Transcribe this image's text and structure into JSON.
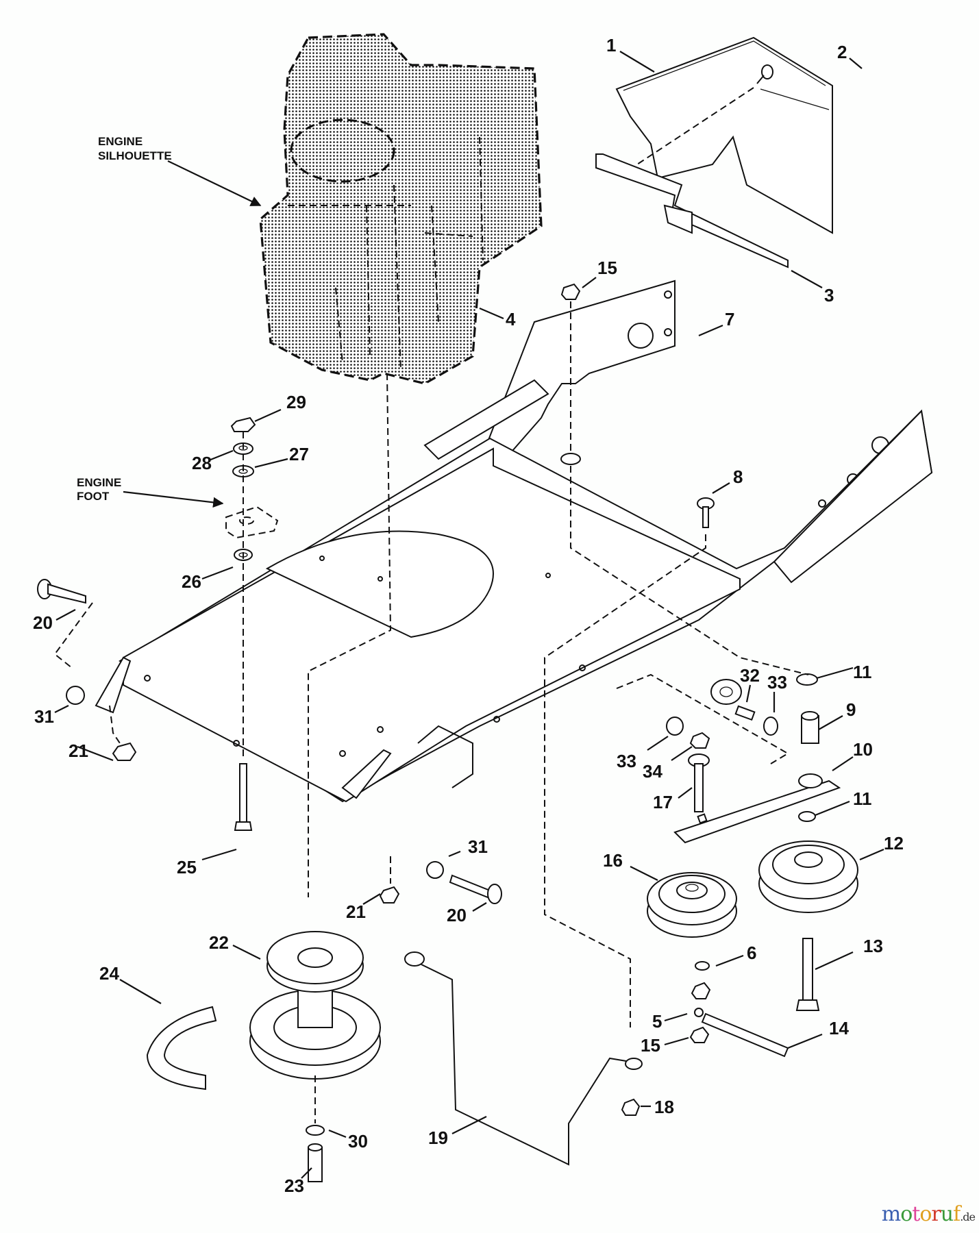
{
  "diagram": {
    "type": "exploded parts diagram",
    "notes": {
      "engine_silhouette": [
        "ENGINE",
        "SILHOUETTE"
      ],
      "engine_foot": [
        "ENGINE",
        "FOOT"
      ]
    },
    "callouts": [
      {
        "id": "c1",
        "label": "1"
      },
      {
        "id": "c2",
        "label": "2"
      },
      {
        "id": "c3",
        "label": "3"
      },
      {
        "id": "c4",
        "label": "4"
      },
      {
        "id": "c5",
        "label": "5"
      },
      {
        "id": "c6",
        "label": "6"
      },
      {
        "id": "c7",
        "label": "7"
      },
      {
        "id": "c8",
        "label": "8"
      },
      {
        "id": "c9",
        "label": "9"
      },
      {
        "id": "c10",
        "label": "10"
      },
      {
        "id": "c11a",
        "label": "11"
      },
      {
        "id": "c11b",
        "label": "11"
      },
      {
        "id": "c12",
        "label": "12"
      },
      {
        "id": "c13",
        "label": "13"
      },
      {
        "id": "c14",
        "label": "14"
      },
      {
        "id": "c15a",
        "label": "15"
      },
      {
        "id": "c15b",
        "label": "15"
      },
      {
        "id": "c16",
        "label": "16"
      },
      {
        "id": "c17",
        "label": "17"
      },
      {
        "id": "c18",
        "label": "18"
      },
      {
        "id": "c19",
        "label": "19"
      },
      {
        "id": "c20a",
        "label": "20"
      },
      {
        "id": "c20b",
        "label": "20"
      },
      {
        "id": "c21a",
        "label": "21"
      },
      {
        "id": "c21b",
        "label": "21"
      },
      {
        "id": "c22",
        "label": "22"
      },
      {
        "id": "c23",
        "label": "23"
      },
      {
        "id": "c24",
        "label": "24"
      },
      {
        "id": "c25",
        "label": "25"
      },
      {
        "id": "c26",
        "label": "26"
      },
      {
        "id": "c27",
        "label": "27"
      },
      {
        "id": "c28",
        "label": "28"
      },
      {
        "id": "c29",
        "label": "29"
      },
      {
        "id": "c30",
        "label": "30"
      },
      {
        "id": "c31a",
        "label": "31"
      },
      {
        "id": "c31b",
        "label": "31"
      },
      {
        "id": "c32",
        "label": "32"
      },
      {
        "id": "c33a",
        "label": "33"
      },
      {
        "id": "c33b",
        "label": "33"
      },
      {
        "id": "c34",
        "label": "34"
      }
    ]
  },
  "watermark": {
    "letters": [
      {
        "ch": "m",
        "color": "#3a5fb0"
      },
      {
        "ch": "o",
        "color": "#3a9a3a"
      },
      {
        "ch": "t",
        "color": "#e0449a"
      },
      {
        "ch": "o",
        "color": "#e0a020"
      },
      {
        "ch": "r",
        "color": "#d23a2a"
      },
      {
        "ch": "u",
        "color": "#3a9a3a"
      },
      {
        "ch": "f",
        "color": "#e0a020"
      }
    ],
    "suffix": ".de"
  }
}
